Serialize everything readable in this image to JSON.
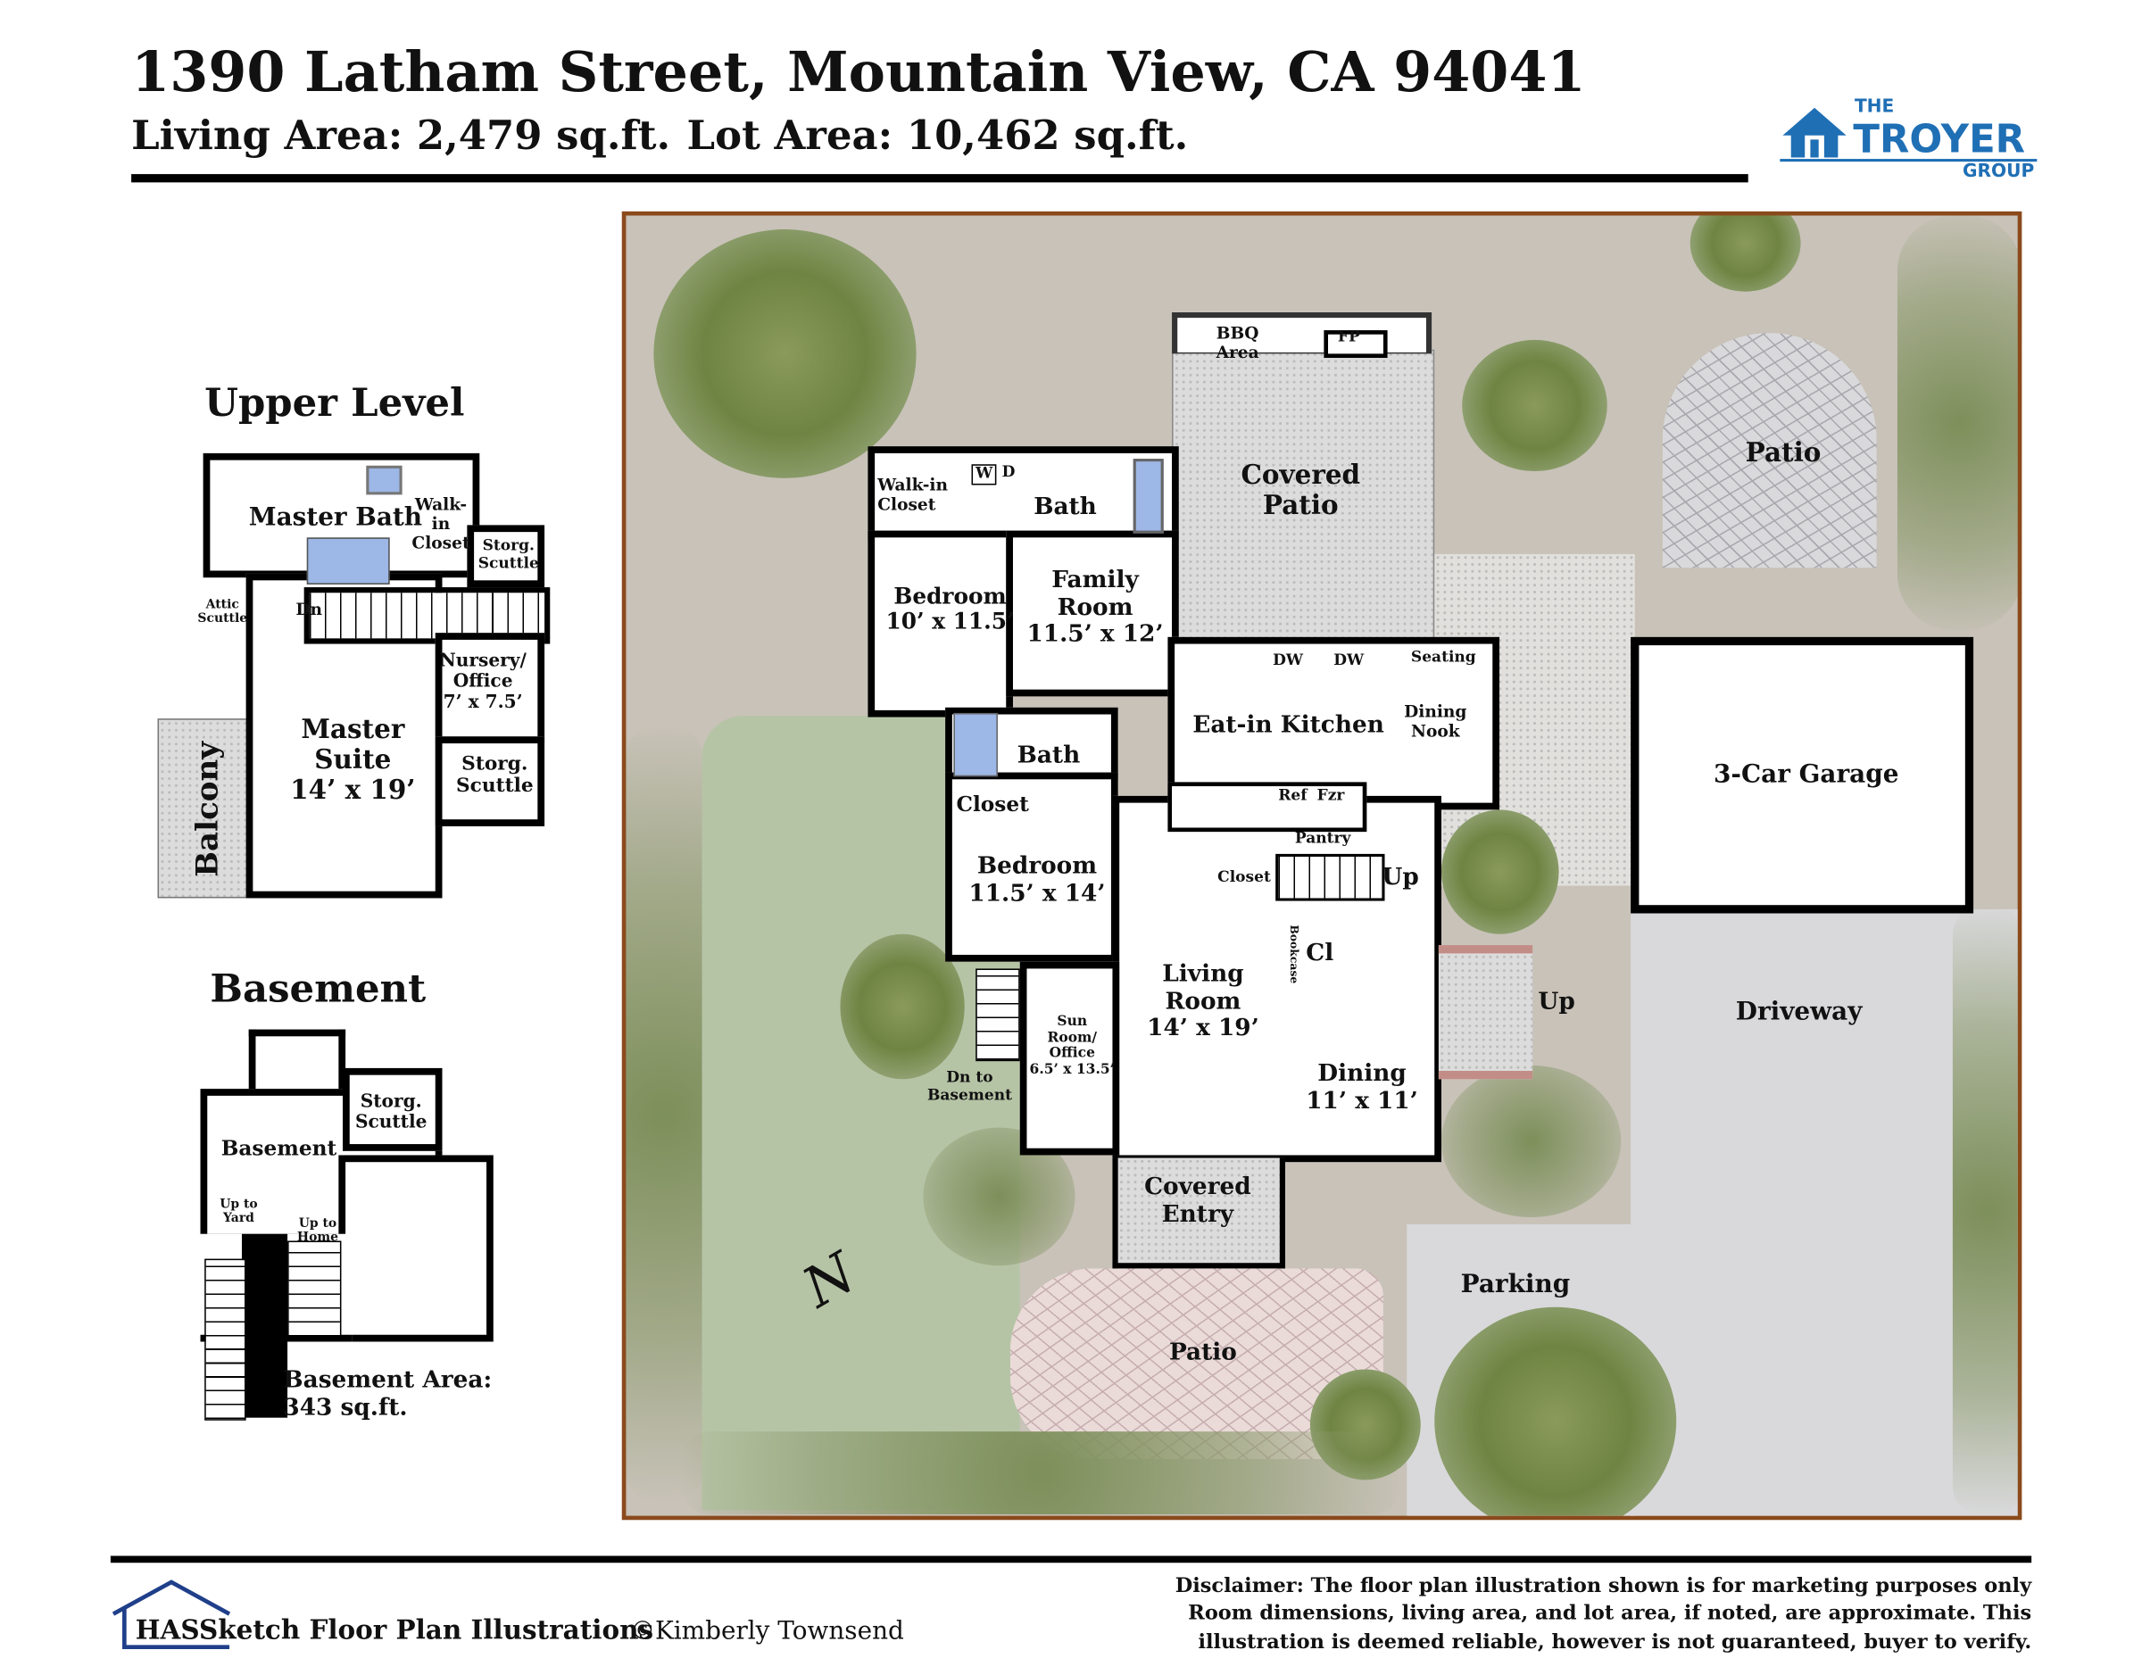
{
  "header": {
    "title": "1390 Latham Street, Mountain View, CA 94041",
    "living_area": "Living Area: 2,479 sq.ft.",
    "lot_area": "Lot Area: 10,462 sq.ft."
  },
  "logo": {
    "the": "THE",
    "name": "TROYER",
    "group": "GROUP",
    "color": "#1f6fb5"
  },
  "upper": {
    "title": "Upper Level",
    "rooms": {
      "master_bath": "Master Bath",
      "walkin": "Walk-\nin\nCloset",
      "storg1": "Storg.\nScuttle",
      "attic": "Attic\nScuttle",
      "dn": "Dn",
      "nursery": "Nursery/\nOffice\n7’ x 7.5’",
      "master_suite": "Master\nSuite\n14’ x 19’",
      "storg2": "Storg.\nScuttle",
      "balcony": "Balcony"
    }
  },
  "basement": {
    "title": "Basement",
    "rooms": {
      "basement": "Basement",
      "storg": "Storg.\nScuttle",
      "up_yard": "Up to\nYard",
      "up_home": "Up to\nHome"
    },
    "area": "Basement Area:\n343 sq.ft."
  },
  "main": {
    "bbq": "BBQ\nArea",
    "fp": "FP",
    "covered_patio": "Covered\nPatio",
    "patio_top": "Patio",
    "walkin": "Walk-in\nCloset",
    "w": "W",
    "d": "D",
    "bath1": "Bath",
    "bedroom1": "Bedroom\n10’ x 11.5’",
    "family": "Family\nRoom\n11.5’ x 12’",
    "dw1": "DW",
    "dw2": "DW",
    "seating": "Seating",
    "kitchen": "Eat-in Kitchen",
    "nook": "Dining\nNook",
    "ref": "Ref",
    "fzr": "Fzr",
    "pantry": "Pantry",
    "closet_k": "Closet",
    "up1": "Up",
    "bath2": "Bath",
    "closet": "Closet",
    "bedroom2": "Bedroom\n11.5’ x 14’",
    "bookcase": "Bookcase",
    "cl": "Cl",
    "living": "Living\nRoom\n14’ x 19’",
    "up2": "Up",
    "sun": "Sun\nRoom/\nOffice\n6.5’ x 13.5’",
    "dn_base": "Dn to\nBasement",
    "dining": "Dining\n11’ x 11’",
    "entry": "Covered\nEntry",
    "patio_front": "Patio",
    "garage": "3-Car Garage",
    "driveway": "Driveway",
    "parking": "Parking",
    "north": "N"
  },
  "footer": {
    "brand": "HASSketch Floor Plan Illustrations",
    "copyright": "©Kimberly Townsend",
    "disclaimer": [
      "Disclaimer: The floor plan illustration shown is for marketing purposes only",
      "Room dimensions, living area, and lot area, if noted, are approximate. This",
      "illustration is deemed reliable, however is not guaranteed, buyer to verify."
    ]
  }
}
